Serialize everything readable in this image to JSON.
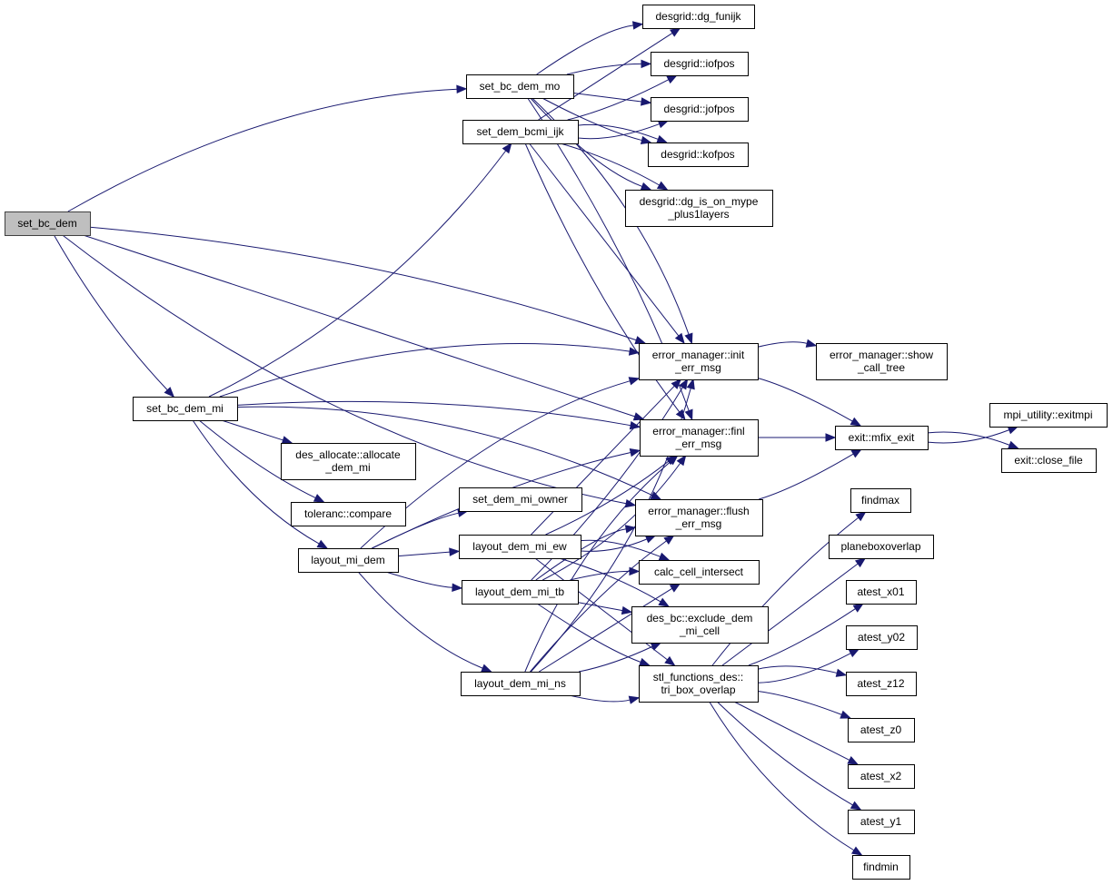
{
  "diagram": {
    "type": "call-graph",
    "colors": {
      "edge": "#191970",
      "root_fill": "#bfbfbf",
      "node_fill": "#ffffff",
      "node_border": "#000000"
    },
    "nodes": [
      {
        "id": "set_bc_dem",
        "lines": [
          "set_bc_dem"
        ],
        "root": true
      },
      {
        "id": "set_bc_dem_mo",
        "lines": [
          "set_bc_dem_mo"
        ]
      },
      {
        "id": "set_dem_bcmi_ijk",
        "lines": [
          "set_dem_bcmi_ijk"
        ]
      },
      {
        "id": "set_bc_dem_mi",
        "lines": [
          "set_bc_dem_mi"
        ]
      },
      {
        "id": "des_allocate_allocate_dem_mi",
        "lines": [
          "des_allocate::allocate",
          "_dem_mi"
        ]
      },
      {
        "id": "toleranc_compare",
        "lines": [
          "toleranc::compare"
        ]
      },
      {
        "id": "set_dem_mi_owner",
        "lines": [
          "set_dem_mi_owner"
        ]
      },
      {
        "id": "layout_mi_dem",
        "lines": [
          "layout_mi_dem"
        ]
      },
      {
        "id": "layout_dem_mi_ew",
        "lines": [
          "layout_dem_mi_ew"
        ]
      },
      {
        "id": "layout_dem_mi_tb",
        "lines": [
          "layout_dem_mi_tb"
        ]
      },
      {
        "id": "layout_dem_mi_ns",
        "lines": [
          "layout_dem_mi_ns"
        ]
      },
      {
        "id": "desgrid_dg_funijk",
        "lines": [
          "desgrid::dg_funijk"
        ]
      },
      {
        "id": "desgrid_iofpos",
        "lines": [
          "desgrid::iofpos"
        ]
      },
      {
        "id": "desgrid_jofpos",
        "lines": [
          "desgrid::jofpos"
        ]
      },
      {
        "id": "desgrid_kofpos",
        "lines": [
          "desgrid::kofpos"
        ]
      },
      {
        "id": "desgrid_dg_is_on_mype_plus1layers",
        "lines": [
          "desgrid::dg_is_on_mype",
          "_plus1layers"
        ]
      },
      {
        "id": "error_manager_init_err_msg",
        "lines": [
          "error_manager::init",
          "_err_msg"
        ]
      },
      {
        "id": "error_manager_finl_err_msg",
        "lines": [
          "error_manager::finl",
          "_err_msg"
        ]
      },
      {
        "id": "error_manager_flush_err_msg",
        "lines": [
          "error_manager::flush",
          "_err_msg"
        ]
      },
      {
        "id": "calc_cell_intersect",
        "lines": [
          "calc_cell_intersect"
        ]
      },
      {
        "id": "des_bc_exclude_dem_mi_cell",
        "lines": [
          "des_bc::exclude_dem",
          "_mi_cell"
        ]
      },
      {
        "id": "stl_functions_des_tri_box_overlap",
        "lines": [
          "stl_functions_des::",
          "tri_box_overlap"
        ]
      },
      {
        "id": "error_manager_show_call_tree",
        "lines": [
          "error_manager::show",
          "_call_tree"
        ]
      },
      {
        "id": "exit_mfix_exit",
        "lines": [
          "exit::mfix_exit"
        ]
      },
      {
        "id": "mpi_utility_exitmpi",
        "lines": [
          "mpi_utility::exitmpi"
        ]
      },
      {
        "id": "exit_close_file",
        "lines": [
          "exit::close_file"
        ]
      },
      {
        "id": "findmax",
        "lines": [
          "findmax"
        ]
      },
      {
        "id": "planeboxoverlap",
        "lines": [
          "planeboxoverlap"
        ]
      },
      {
        "id": "atest_x01",
        "lines": [
          "atest_x01"
        ]
      },
      {
        "id": "atest_y02",
        "lines": [
          "atest_y02"
        ]
      },
      {
        "id": "atest_z12",
        "lines": [
          "atest_z12"
        ]
      },
      {
        "id": "atest_z0",
        "lines": [
          "atest_z0"
        ]
      },
      {
        "id": "atest_x2",
        "lines": [
          "atest_x2"
        ]
      },
      {
        "id": "atest_y1",
        "lines": [
          "atest_y1"
        ]
      },
      {
        "id": "findmin",
        "lines": [
          "findmin"
        ]
      }
    ],
    "edges": [
      [
        "set_bc_dem",
        "set_bc_dem_mo"
      ],
      [
        "set_bc_dem",
        "error_manager_init_err_msg"
      ],
      [
        "set_bc_dem",
        "error_manager_finl_err_msg"
      ],
      [
        "set_bc_dem",
        "set_bc_dem_mi"
      ],
      [
        "set_bc_dem",
        "error_manager_flush_err_msg"
      ],
      [
        "set_bc_dem_mo",
        "desgrid_dg_funijk"
      ],
      [
        "set_bc_dem_mo",
        "desgrid_iofpos"
      ],
      [
        "set_bc_dem_mo",
        "desgrid_jofpos"
      ],
      [
        "set_bc_dem_mo",
        "desgrid_kofpos"
      ],
      [
        "set_bc_dem_mo",
        "desgrid_dg_is_on_mype_plus1layers"
      ],
      [
        "set_bc_dem_mo",
        "error_manager_init_err_msg"
      ],
      [
        "set_bc_dem_mo",
        "error_manager_finl_err_msg"
      ],
      [
        "set_dem_bcmi_ijk",
        "desgrid_dg_funijk"
      ],
      [
        "set_dem_bcmi_ijk",
        "desgrid_iofpos"
      ],
      [
        "set_dem_bcmi_ijk",
        "desgrid_jofpos"
      ],
      [
        "set_dem_bcmi_ijk",
        "desgrid_kofpos"
      ],
      [
        "set_dem_bcmi_ijk",
        "desgrid_dg_is_on_mype_plus1layers"
      ],
      [
        "set_dem_bcmi_ijk",
        "error_manager_init_err_msg"
      ],
      [
        "set_dem_bcmi_ijk",
        "error_manager_finl_err_msg"
      ],
      [
        "set_bc_dem_mi",
        "set_dem_bcmi_ijk"
      ],
      [
        "set_bc_dem_mi",
        "error_manager_init_err_msg"
      ],
      [
        "set_bc_dem_mi",
        "error_manager_finl_err_msg"
      ],
      [
        "set_bc_dem_mi",
        "des_allocate_allocate_dem_mi"
      ],
      [
        "set_bc_dem_mi",
        "toleranc_compare"
      ],
      [
        "set_bc_dem_mi",
        "layout_mi_dem"
      ],
      [
        "set_bc_dem_mi",
        "error_manager_flush_err_msg"
      ],
      [
        "layout_mi_dem",
        "set_dem_mi_owner"
      ],
      [
        "layout_mi_dem",
        "layout_dem_mi_ew"
      ],
      [
        "layout_mi_dem",
        "layout_dem_mi_tb"
      ],
      [
        "layout_mi_dem",
        "layout_dem_mi_ns"
      ],
      [
        "layout_mi_dem",
        "error_manager_init_err_msg"
      ],
      [
        "layout_mi_dem",
        "error_manager_finl_err_msg"
      ],
      [
        "layout_dem_mi_ew",
        "error_manager_init_err_msg"
      ],
      [
        "layout_dem_mi_ew",
        "error_manager_finl_err_msg"
      ],
      [
        "layout_dem_mi_ew",
        "error_manager_flush_err_msg"
      ],
      [
        "layout_dem_mi_ew",
        "calc_cell_intersect"
      ],
      [
        "layout_dem_mi_ew",
        "des_bc_exclude_dem_mi_cell"
      ],
      [
        "layout_dem_mi_ew",
        "stl_functions_des_tri_box_overlap"
      ],
      [
        "layout_dem_mi_tb",
        "error_manager_init_err_msg"
      ],
      [
        "layout_dem_mi_tb",
        "error_manager_finl_err_msg"
      ],
      [
        "layout_dem_mi_tb",
        "error_manager_flush_err_msg"
      ],
      [
        "layout_dem_mi_tb",
        "calc_cell_intersect"
      ],
      [
        "layout_dem_mi_tb",
        "des_bc_exclude_dem_mi_cell"
      ],
      [
        "layout_dem_mi_tb",
        "stl_functions_des_tri_box_overlap"
      ],
      [
        "layout_dem_mi_ns",
        "error_manager_init_err_msg"
      ],
      [
        "layout_dem_mi_ns",
        "error_manager_finl_err_msg"
      ],
      [
        "layout_dem_mi_ns",
        "error_manager_flush_err_msg"
      ],
      [
        "layout_dem_mi_ns",
        "calc_cell_intersect"
      ],
      [
        "layout_dem_mi_ns",
        "des_bc_exclude_dem_mi_cell"
      ],
      [
        "layout_dem_mi_ns",
        "stl_functions_des_tri_box_overlap"
      ],
      [
        "error_manager_init_err_msg",
        "error_manager_show_call_tree"
      ],
      [
        "error_manager_init_err_msg",
        "exit_mfix_exit"
      ],
      [
        "error_manager_finl_err_msg",
        "exit_mfix_exit"
      ],
      [
        "error_manager_flush_err_msg",
        "exit_mfix_exit"
      ],
      [
        "exit_mfix_exit",
        "mpi_utility_exitmpi"
      ],
      [
        "exit_mfix_exit",
        "exit_close_file"
      ],
      [
        "stl_functions_des_tri_box_overlap",
        "findmax"
      ],
      [
        "stl_functions_des_tri_box_overlap",
        "planeboxoverlap"
      ],
      [
        "stl_functions_des_tri_box_overlap",
        "atest_x01"
      ],
      [
        "stl_functions_des_tri_box_overlap",
        "atest_y02"
      ],
      [
        "stl_functions_des_tri_box_overlap",
        "atest_z12"
      ],
      [
        "stl_functions_des_tri_box_overlap",
        "atest_z0"
      ],
      [
        "stl_functions_des_tri_box_overlap",
        "atest_x2"
      ],
      [
        "stl_functions_des_tri_box_overlap",
        "atest_y1"
      ],
      [
        "stl_functions_des_tri_box_overlap",
        "findmin"
      ]
    ]
  }
}
